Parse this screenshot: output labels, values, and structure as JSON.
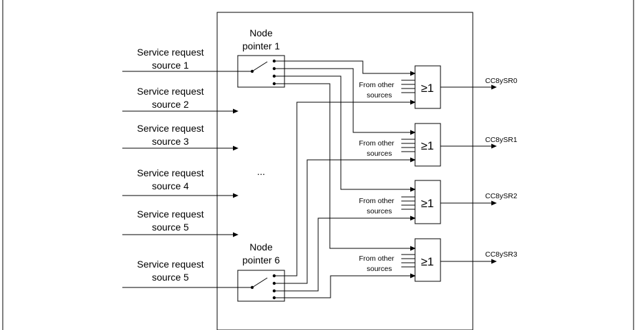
{
  "sources": [
    {
      "line1": "Service request",
      "line2": "source 1"
    },
    {
      "line1": "Service request",
      "line2": "source 2"
    },
    {
      "line1": "Service request",
      "line2": "source 3"
    },
    {
      "line1": "Service request",
      "line2": "source 4"
    },
    {
      "line1": "Service request",
      "line2": "source 5"
    },
    {
      "line1": "Service request",
      "line2": "source 5"
    }
  ],
  "node_pointers": [
    {
      "line1": "Node",
      "line2": "pointer 1"
    },
    {
      "line1": "Node",
      "line2": "pointer 6"
    }
  ],
  "ellipsis": "...",
  "gates": [
    {
      "symbol": "≥1",
      "other1": "From other",
      "other2": "sources",
      "output": "CC8ySR0"
    },
    {
      "symbol": "≥1",
      "other1": "From other",
      "other2": "sources",
      "output": "CC8ySR1"
    },
    {
      "symbol": "≥1",
      "other1": "From other",
      "other2": "sources",
      "output": "CC8ySR2"
    },
    {
      "symbol": "≥1",
      "other1": "From other",
      "other2": "sources",
      "output": "CC8ySR3"
    }
  ]
}
